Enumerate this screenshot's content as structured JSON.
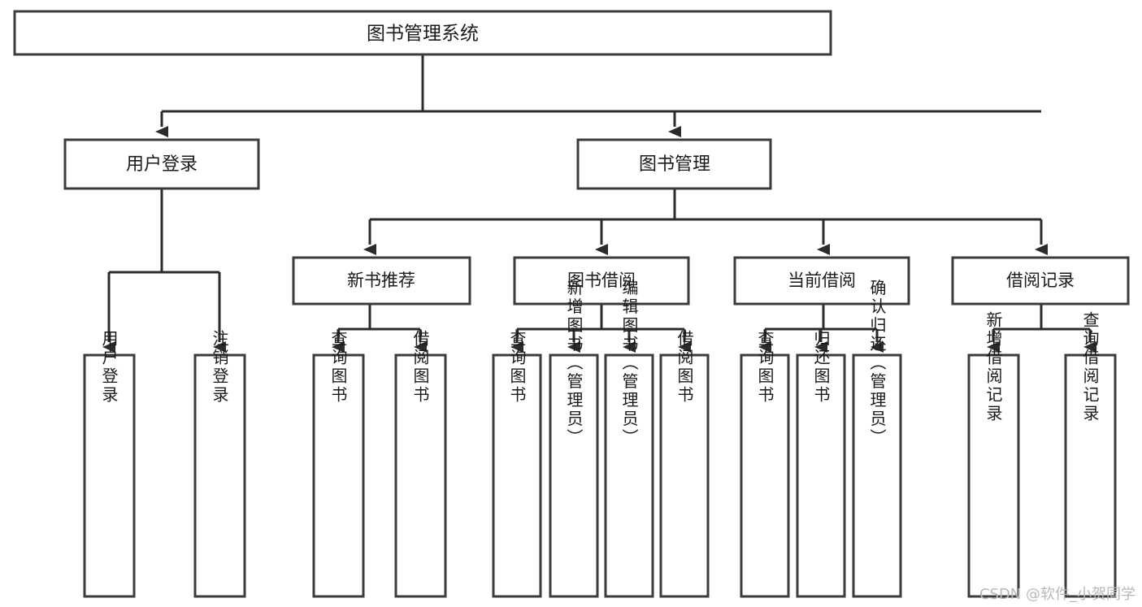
{
  "diagram": {
    "title": "图书管理系统",
    "type": "tree-hierarchy-chart",
    "watermark": "CSDN @软件_小贺同学",
    "colors": {
      "box_stroke": "#3b3b3b",
      "box_fill": "#ffffff",
      "connector": "#2b2b2b",
      "text": "#1a1a1a",
      "watermark": "#b9b9b9"
    },
    "root": {
      "id": "root",
      "label": "图书管理系统"
    },
    "level2": [
      {
        "id": "user-login",
        "label": "用户登录"
      },
      {
        "id": "book-manage",
        "label": "图书管理"
      }
    ],
    "level3": [
      {
        "id": "new-book-recommend",
        "label": "新书推荐"
      },
      {
        "id": "book-borrow",
        "label": "图书借阅"
      },
      {
        "id": "current-borrow",
        "label": "当前借阅"
      },
      {
        "id": "borrow-record",
        "label": "借阅记录"
      }
    ],
    "leaves": {
      "user-login": [
        {
          "id": "leaf-user-login",
          "label": "用户登录"
        },
        {
          "id": "leaf-logout",
          "label": "注销登录"
        }
      ],
      "new-book-recommend": [
        {
          "id": "leaf-query-book-1",
          "label": "查询图书"
        },
        {
          "id": "leaf-borrow-book-1",
          "label": "借阅图书"
        }
      ],
      "book-borrow": [
        {
          "id": "leaf-query-book-2",
          "label": "查询图书"
        },
        {
          "id": "leaf-add-book",
          "label": "新增图书（管理员）"
        },
        {
          "id": "leaf-edit-book",
          "label": "编辑图书（管理员）"
        },
        {
          "id": "leaf-borrow-book-2",
          "label": "借阅图书"
        }
      ],
      "current-borrow": [
        {
          "id": "leaf-query-book-3",
          "label": "查询图书"
        },
        {
          "id": "leaf-return-book",
          "label": "归还图书"
        },
        {
          "id": "leaf-confirm-return",
          "label": "确认归还（管理员）"
        }
      ],
      "borrow-record": [
        {
          "id": "leaf-add-record",
          "label": "新增借阅记录"
        },
        {
          "id": "leaf-query-record",
          "label": "查询借阅记录"
        }
      ]
    }
  }
}
